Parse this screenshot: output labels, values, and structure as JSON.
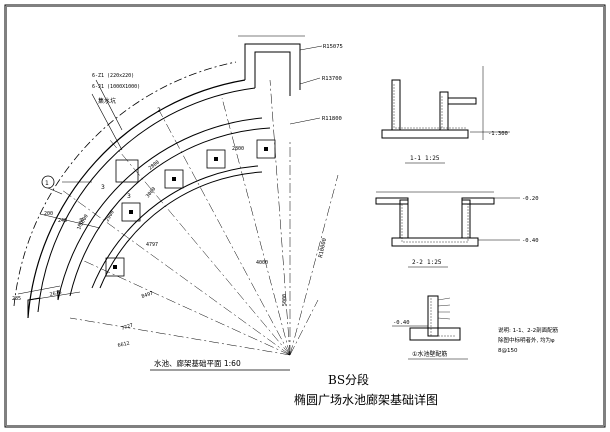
{
  "title": {
    "line1": "BS分段",
    "line2": "椭圆广场水池廊架基础详图"
  },
  "plan": {
    "caption": "水池、廊架基础平面 1:60",
    "radii": [
      "R15075",
      "R13700",
      "R11800",
      "R10000"
    ],
    "dimensions": [
      "2800",
      "2800",
      "2900",
      "4000",
      "4797",
      "5000",
      "3000",
      "1000",
      "7727",
      "6612",
      "8497",
      "2676",
      "200",
      "240",
      "285",
      "1000"
    ],
    "labels": [
      "集水坑",
      "6-Z1 (220x220)",
      "6-J1 (1000X1000)",
      "1",
      "2",
      "3",
      "3"
    ]
  },
  "sections": [
    {
      "name": "1-1",
      "scale": "1:25",
      "elevation": "-1.300"
    },
    {
      "name": "2-2",
      "scale": "1:25",
      "elevation_top": "-0.20",
      "elevation_bottom": "-0.40"
    },
    {
      "name": "①水池壁配筋",
      "elevation": "-0.40"
    }
  ],
  "note": {
    "line1": "说明: 1-1、2-2剖面配筋",
    "line2": "除图中标明者外, 均为φ",
    "line3": "8@150"
  }
}
